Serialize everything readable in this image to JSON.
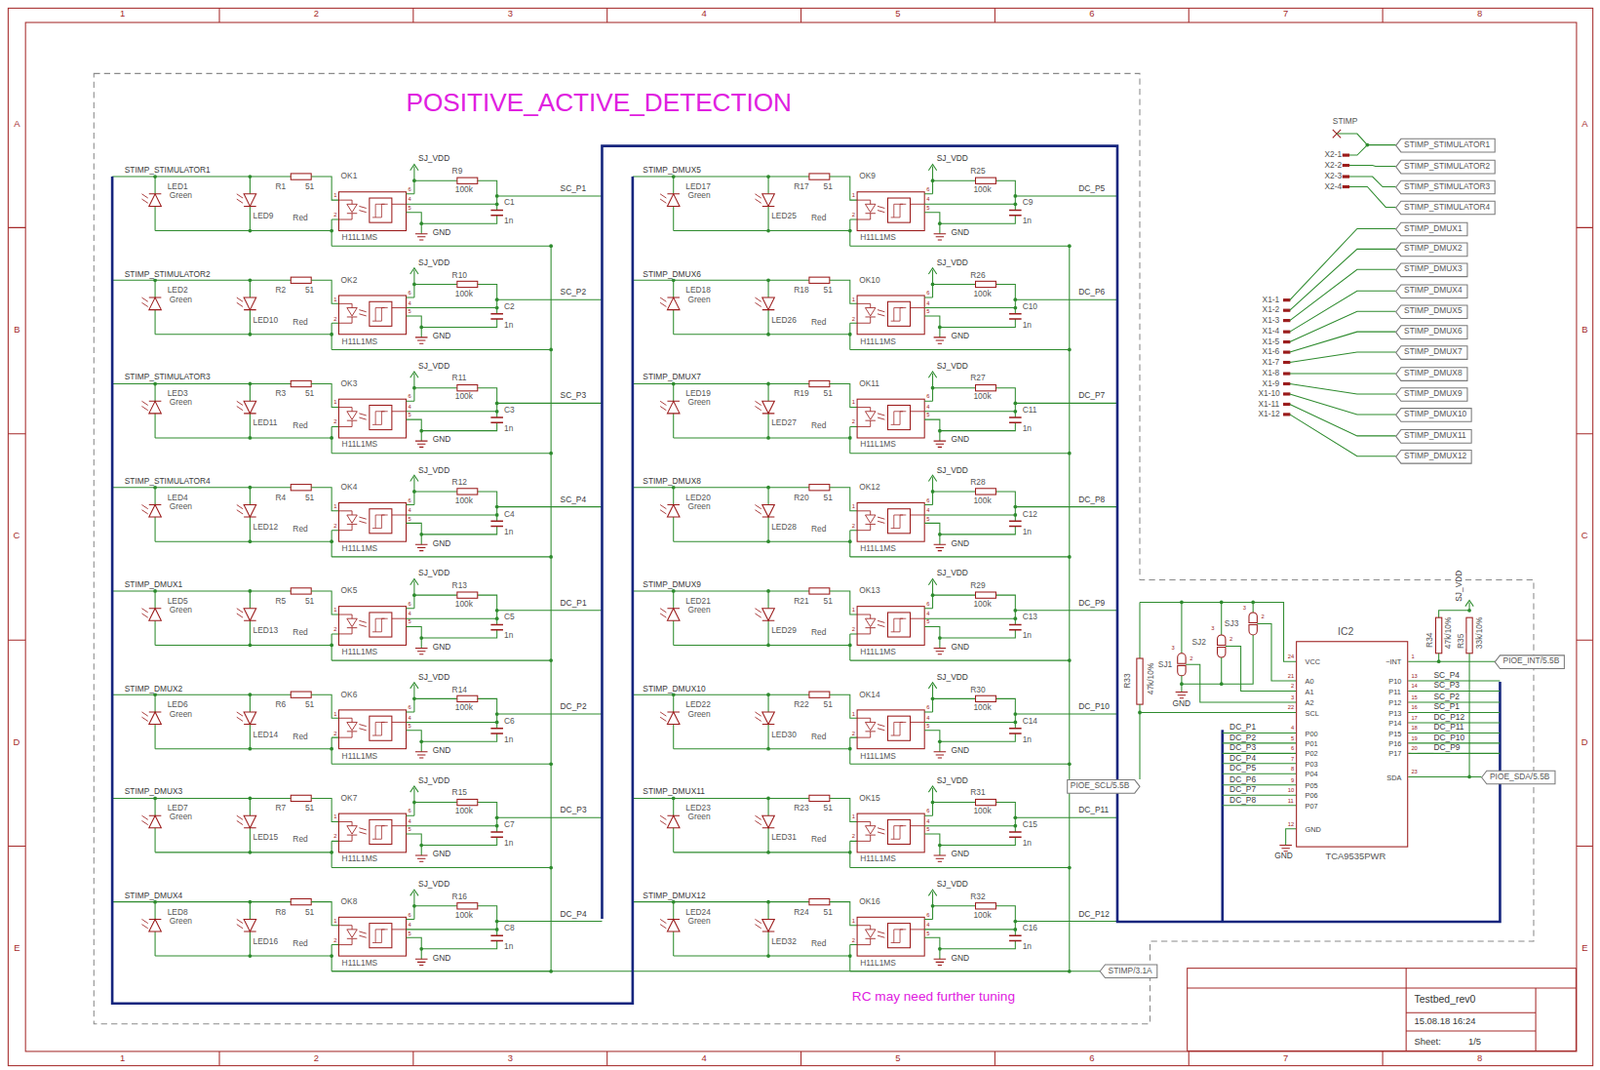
{
  "diagram": {
    "nodes": [
      {
        "text": [
          "POSITIVE_ACTIVE_DETECTION"
        ]
      },
      {
        "text": [
          "STIMP_STIMULATOR1"
        ]
      },
      {
        "text": [
          "STIMP_STIMULATOR2"
        ]
      },
      {
        "text": [
          "STIMP_STIMULATOR3"
        ]
      },
      {
        "text": [
          "STIMP_STIMULATOR4"
        ]
      },
      {
        "text": [
          "STIMP_DMUX1"
        ]
      },
      {
        "text": [
          "STIMP_DMUX2"
        ]
      },
      {
        "text": [
          "STIMP_DMUX3"
        ]
      },
      {
        "text": [
          "STIMP_DMUX4"
        ]
      },
      {
        "text": [
          "STIMP_DMUX5"
        ]
      },
      {
        "text": [
          "STIMP_DMUX6"
        ]
      },
      {
        "text": [
          "STIMP_DMUX7"
        ]
      },
      {
        "text": [
          "STIMP_DMUX8"
        ]
      },
      {
        "text": [
          "STIMP_DMUX9"
        ]
      },
      {
        "text": [
          "STIMP_DMUX10"
        ]
      },
      {
        "text": [
          "STIMP_DMUX11"
        ]
      },
      {
        "text": [
          "STIMP_DMUX12"
        ]
      },
      {
        "text": [
          "IC2",
          "TCA9535PWR",
          "VCC",
          "A0",
          "A1",
          "A2",
          "SCL",
          "P00",
          "P01",
          "P02",
          "P03",
          "P04",
          "P05",
          "P06",
          "P07",
          "GND",
          "~INT",
          "P10",
          "P11",
          "P12",
          "P13",
          "P14",
          "P15",
          "P16",
          "P17",
          "SDA"
        ],
        "in": 0
      },
      {
        "text": [
          "PIOE_INT/5.5B"
        ]
      },
      {
        "text": [
          "PIOE_SCL/5.5B"
        ],
        "in": 0
      },
      {
        "text": [
          "PIOE_SDA/5.5B"
        ]
      },
      {
        "text": [
          "STIMP/3.1A"
        ]
      },
      {
        "text": [
          "Testbed_rev0",
          "15.08.18 16:24",
          "Sheet:",
          "1/5"
        ]
      }
    ],
    "edges": [
      {
        "from": 17,
        "to": 18,
        "arrow": "none"
      },
      {
        "from": 17,
        "to": 19,
        "arrow": "none"
      },
      {
        "from": 17,
        "to": 20,
        "arrow": "none"
      }
    ],
    "labels": [
      "STIMP_STIMULATOR1",
      "LED1",
      "Green",
      "LED9",
      "Red",
      "R1",
      "51",
      "OK1",
      "H11L1MS",
      "1",
      "2",
      "6",
      "4",
      "5",
      "SJ_VDD",
      "R9",
      "100k",
      "C1",
      "1n",
      "GND",
      "SC_P1",
      "STIMP_STIMULATOR2",
      "LED2",
      "Green",
      "LED10",
      "Red",
      "R2",
      "51",
      "OK2",
      "H11L1MS",
      "1",
      "2",
      "6",
      "4",
      "5",
      "SJ_VDD",
      "R10",
      "100k",
      "C2",
      "1n",
      "GND",
      "SC_P2",
      "STIMP_STIMULATOR3",
      "LED3",
      "Green",
      "LED11",
      "Red",
      "R3",
      "51",
      "OK3",
      "H11L1MS",
      "1",
      "2",
      "6",
      "4",
      "5",
      "SJ_VDD",
      "R11",
      "100k",
      "C3",
      "1n",
      "GND",
      "SC_P3",
      "STIMP_STIMULATOR4",
      "LED4",
      "Green",
      "LED12",
      "Red",
      "R4",
      "51",
      "OK4",
      "H11L1MS",
      "1",
      "2",
      "6",
      "4",
      "5",
      "SJ_VDD",
      "R12",
      "100k",
      "C4",
      "1n",
      "GND",
      "SC_P4",
      "STIMP_DMUX1",
      "LED5",
      "Green",
      "LED13",
      "Red",
      "R5",
      "51",
      "OK5",
      "H11L1MS",
      "1",
      "2",
      "6",
      "4",
      "5",
      "SJ_VDD",
      "R13",
      "100k",
      "C5",
      "1n",
      "GND",
      "DC_P1",
      "STIMP_DMUX2",
      "LED6",
      "Green",
      "LED14",
      "Red",
      "R6",
      "51",
      "OK6",
      "H11L1MS",
      "1",
      "2",
      "6",
      "4",
      "5",
      "SJ_VDD",
      "R14",
      "100k",
      "C6",
      "1n",
      "GND",
      "DC_P2",
      "STIMP_DMUX3",
      "LED7",
      "Green",
      "LED15",
      "Red",
      "R7",
      "51",
      "OK7",
      "H11L1MS",
      "1",
      "2",
      "6",
      "4",
      "5",
      "SJ_VDD",
      "R15",
      "100k",
      "C7",
      "1n",
      "GND",
      "DC_P3",
      "STIMP_DMUX4",
      "LED8",
      "Green",
      "LED16",
      "Red",
      "R8",
      "51",
      "OK8",
      "H11L1MS",
      "1",
      "2",
      "6",
      "4",
      "5",
      "SJ_VDD",
      "R16",
      "100k",
      "C8",
      "1n",
      "GND",
      "DC_P4",
      "STIMP_DMUX5",
      "LED17",
      "Green",
      "LED25",
      "Red",
      "R17",
      "51",
      "OK9",
      "H11L1MS",
      "1",
      "2",
      "6",
      "4",
      "5",
      "SJ_VDD",
      "R25",
      "100k",
      "C9",
      "1n",
      "GND",
      "DC_P5",
      "STIMP_DMUX6",
      "LED18",
      "Green",
      "LED26",
      "Red",
      "R18",
      "51",
      "OK10",
      "H11L1MS",
      "1",
      "2",
      "6",
      "4",
      "5",
      "SJ_VDD",
      "R26",
      "100k",
      "C10",
      "1n",
      "GND",
      "DC_P6",
      "STIMP_DMUX7",
      "LED19",
      "Green",
      "LED27",
      "Red",
      "R19",
      "51",
      "OK11",
      "H11L1MS",
      "1",
      "2",
      "6",
      "4",
      "5",
      "SJ_VDD",
      "R27",
      "100k",
      "C11",
      "1n",
      "GND",
      "DC_P7",
      "STIMP_DMUX8",
      "LED20",
      "Green",
      "LED28",
      "Red",
      "R20",
      "51",
      "OK12",
      "H11L1MS",
      "1",
      "2",
      "6",
      "4",
      "5",
      "SJ_VDD",
      "R28",
      "100k",
      "C12",
      "1n",
      "GND",
      "DC_P8",
      "STIMP_DMUX9",
      "LED21",
      "Green",
      "LED29",
      "Red",
      "R21",
      "51",
      "OK13",
      "H11L1MS",
      "1",
      "2",
      "6",
      "4",
      "5",
      "SJ_VDD",
      "R29",
      "100k",
      "C13",
      "1n",
      "GND",
      "DC_P9",
      "STIMP_DMUX10",
      "LED22",
      "Green",
      "LED30",
      "Red",
      "R22",
      "51",
      "OK14",
      "H11L1MS",
      "1",
      "2",
      "6",
      "4",
      "5",
      "SJ_VDD",
      "R30",
      "100k",
      "C14",
      "1n",
      "GND",
      "DC_P10",
      "STIMP_DMUX11",
      "LED23",
      "Green",
      "LED31",
      "Red",
      "R23",
      "51",
      "OK15",
      "H11L1MS",
      "1",
      "2",
      "6",
      "4",
      "5",
      "SJ_VDD",
      "R31",
      "100k",
      "C15",
      "1n",
      "GND",
      "DC_P11",
      "STIMP_DMUX12",
      "LED24",
      "Green",
      "LED32",
      "Red",
      "R24",
      "51",
      "OK16",
      "H11L1MS",
      "1",
      "2",
      "6",
      "4",
      "5",
      "SJ_VDD",
      "R32",
      "100k",
      "C16",
      "1n",
      "GND",
      "DC_P12",
      "1",
      "2",
      "3",
      "4",
      "5",
      "6",
      "7",
      "8",
      "1",
      "2",
      "3",
      "4",
      "5",
      "6",
      "7",
      "8",
      "A",
      "B",
      "C",
      "D",
      "E",
      "A",
      "B",
      "C",
      "D",
      "E",
      "STIMP",
      "X2-1",
      "X2-2",
      "X2-3",
      "X2-4",
      "X1-1",
      "X1-2",
      "X1-3",
      "X1-4",
      "X1-5",
      "X1-6",
      "X1-7",
      "X1-8",
      "X1-9",
      "X1-10",
      "X1-11",
      "X1-12",
      "SJ1",
      "3",
      "2",
      "SJ2",
      "3",
      "2",
      "SJ3",
      "3",
      "2",
      "R33",
      "47k/10%",
      "GND",
      "R34",
      "47k/10%",
      "R35",
      "33k/10%",
      "SJ_VDD",
      "24",
      "21",
      "2",
      "3",
      "22",
      "4",
      "5",
      "6",
      "7",
      "8",
      "9",
      "10",
      "11",
      "12",
      "1",
      "13",
      "14",
      "15",
      "16",
      "17",
      "18",
      "19",
      "20",
      "23",
      "SC_P4",
      "SC_P3",
      "SC_P2",
      "SC_P1",
      "DC_P12",
      "DC_P11",
      "DC_P10",
      "DC_P9",
      "DC_P1",
      "DC_P2",
      "DC_P3",
      "DC_P4",
      "DC_P5",
      "DC_P6",
      "DC_P7",
      "DC_P8",
      "GND",
      "RC may need further tuning"
    ]
  }
}
